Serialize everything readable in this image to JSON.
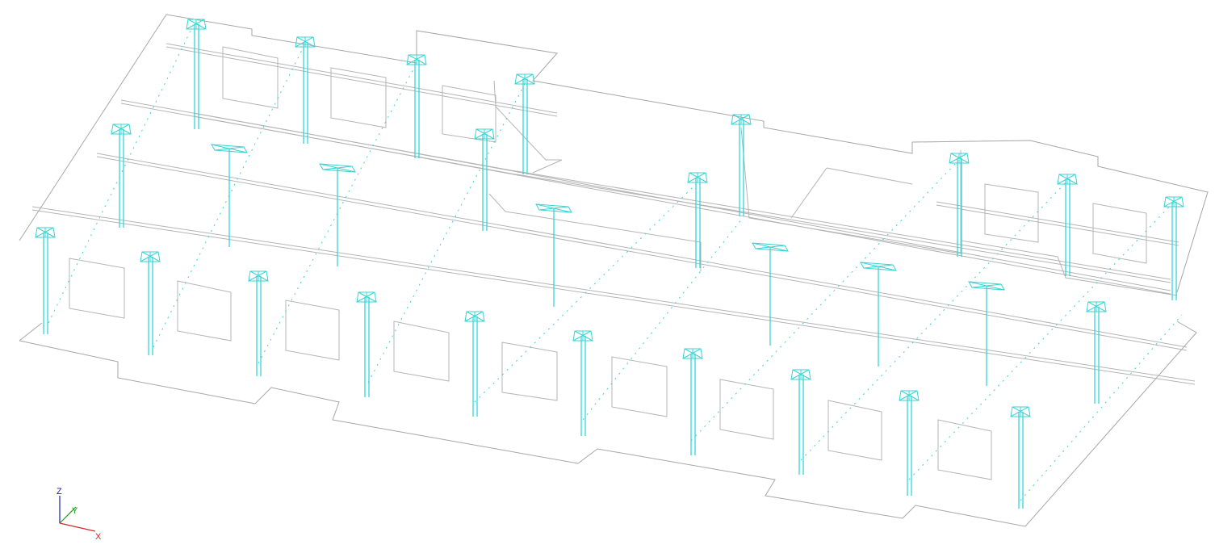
{
  "axes": {
    "z_label": "Z",
    "y_label": "Y",
    "x_label": "X",
    "colors": {
      "z": "#1a1aa6",
      "y": "#1b9b1b",
      "x": "#d12a2a"
    }
  },
  "colors": {
    "structure_lines": "#a6a6a6",
    "elements": "#34d6d6",
    "background": "#ffffff"
  }
}
